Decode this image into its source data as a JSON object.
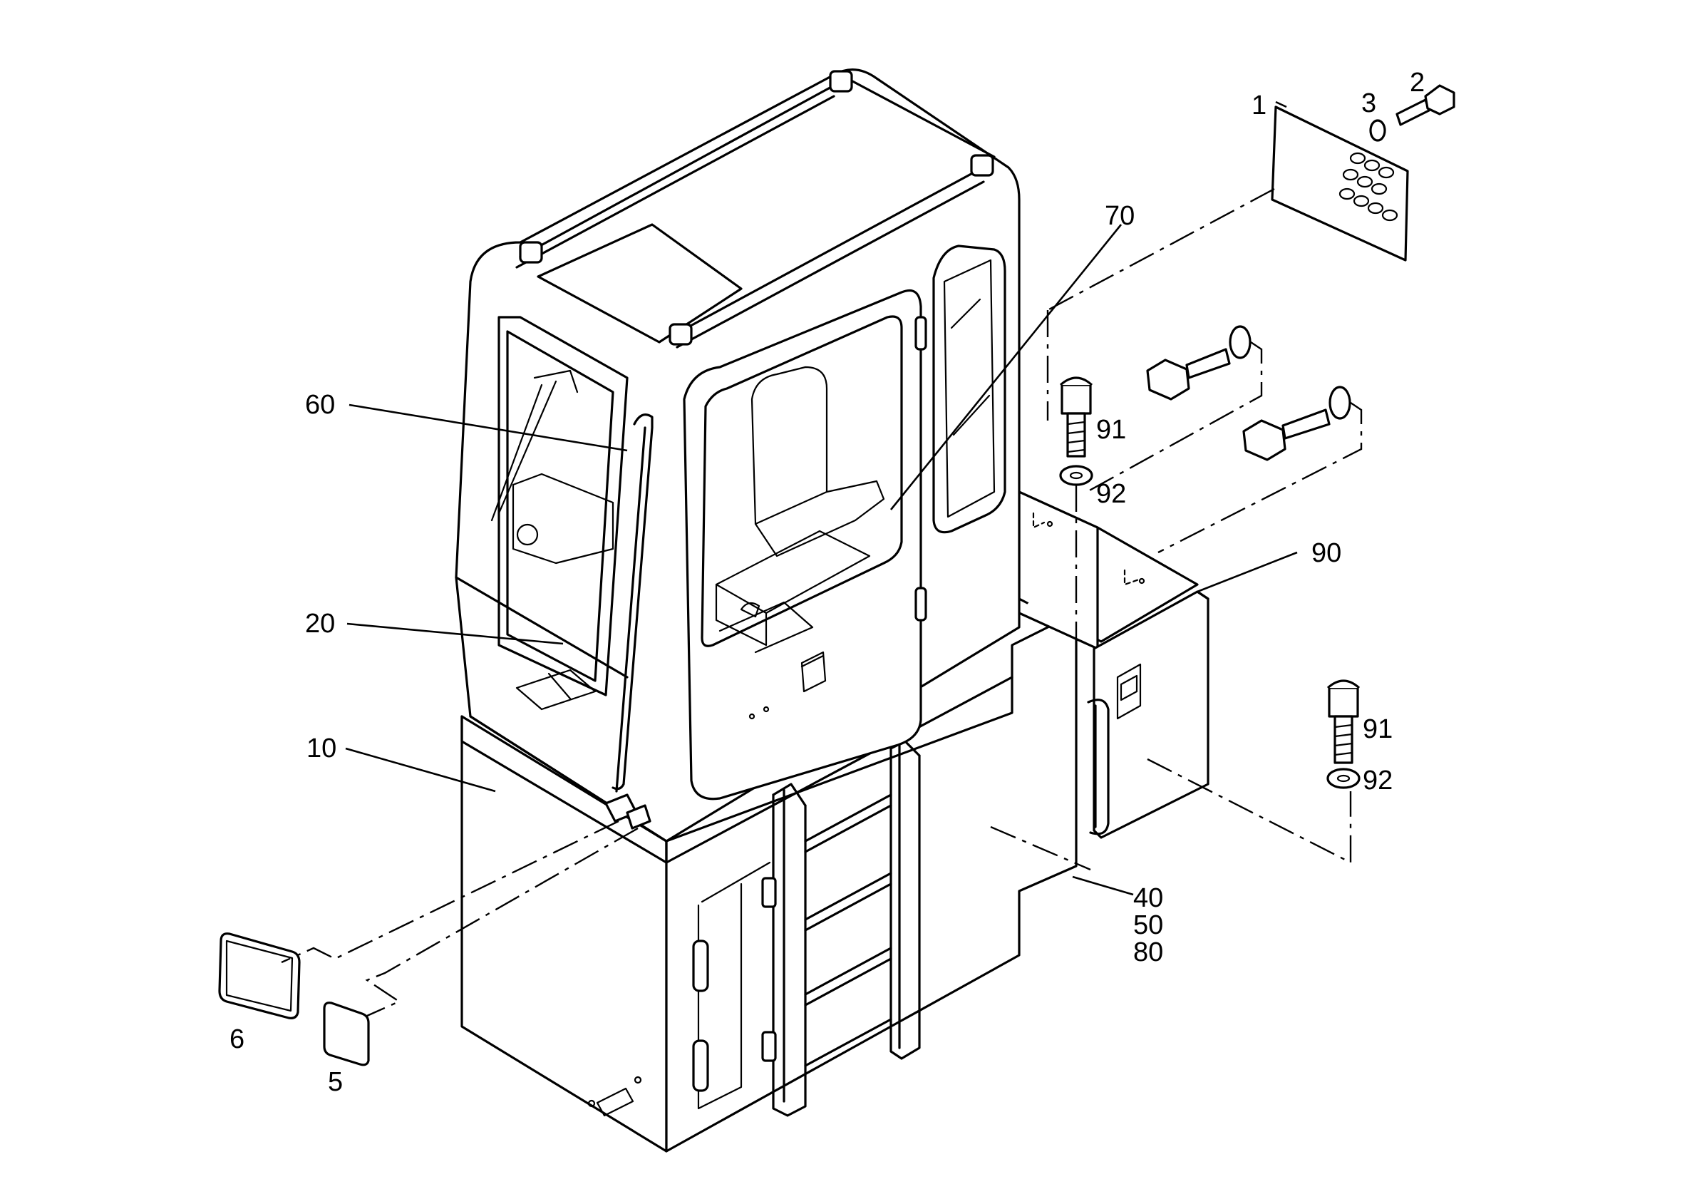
{
  "diagram": {
    "callouts": [
      {
        "id": "c1",
        "label": "1"
      },
      {
        "id": "c2",
        "label": "2"
      },
      {
        "id": "c3",
        "label": "3"
      },
      {
        "id": "c70",
        "label": "70"
      },
      {
        "id": "c60",
        "label": "60"
      },
      {
        "id": "c91a",
        "label": "91"
      },
      {
        "id": "c92a",
        "label": "92"
      },
      {
        "id": "c90",
        "label": "90"
      },
      {
        "id": "c20",
        "label": "20"
      },
      {
        "id": "c10",
        "label": "10"
      },
      {
        "id": "c91b",
        "label": "91"
      },
      {
        "id": "c92b",
        "label": "92"
      },
      {
        "id": "c40",
        "label": "40"
      },
      {
        "id": "c50",
        "label": "50"
      },
      {
        "id": "c80",
        "label": "80"
      },
      {
        "id": "c6",
        "label": "6"
      },
      {
        "id": "c5",
        "label": "5"
      }
    ]
  }
}
